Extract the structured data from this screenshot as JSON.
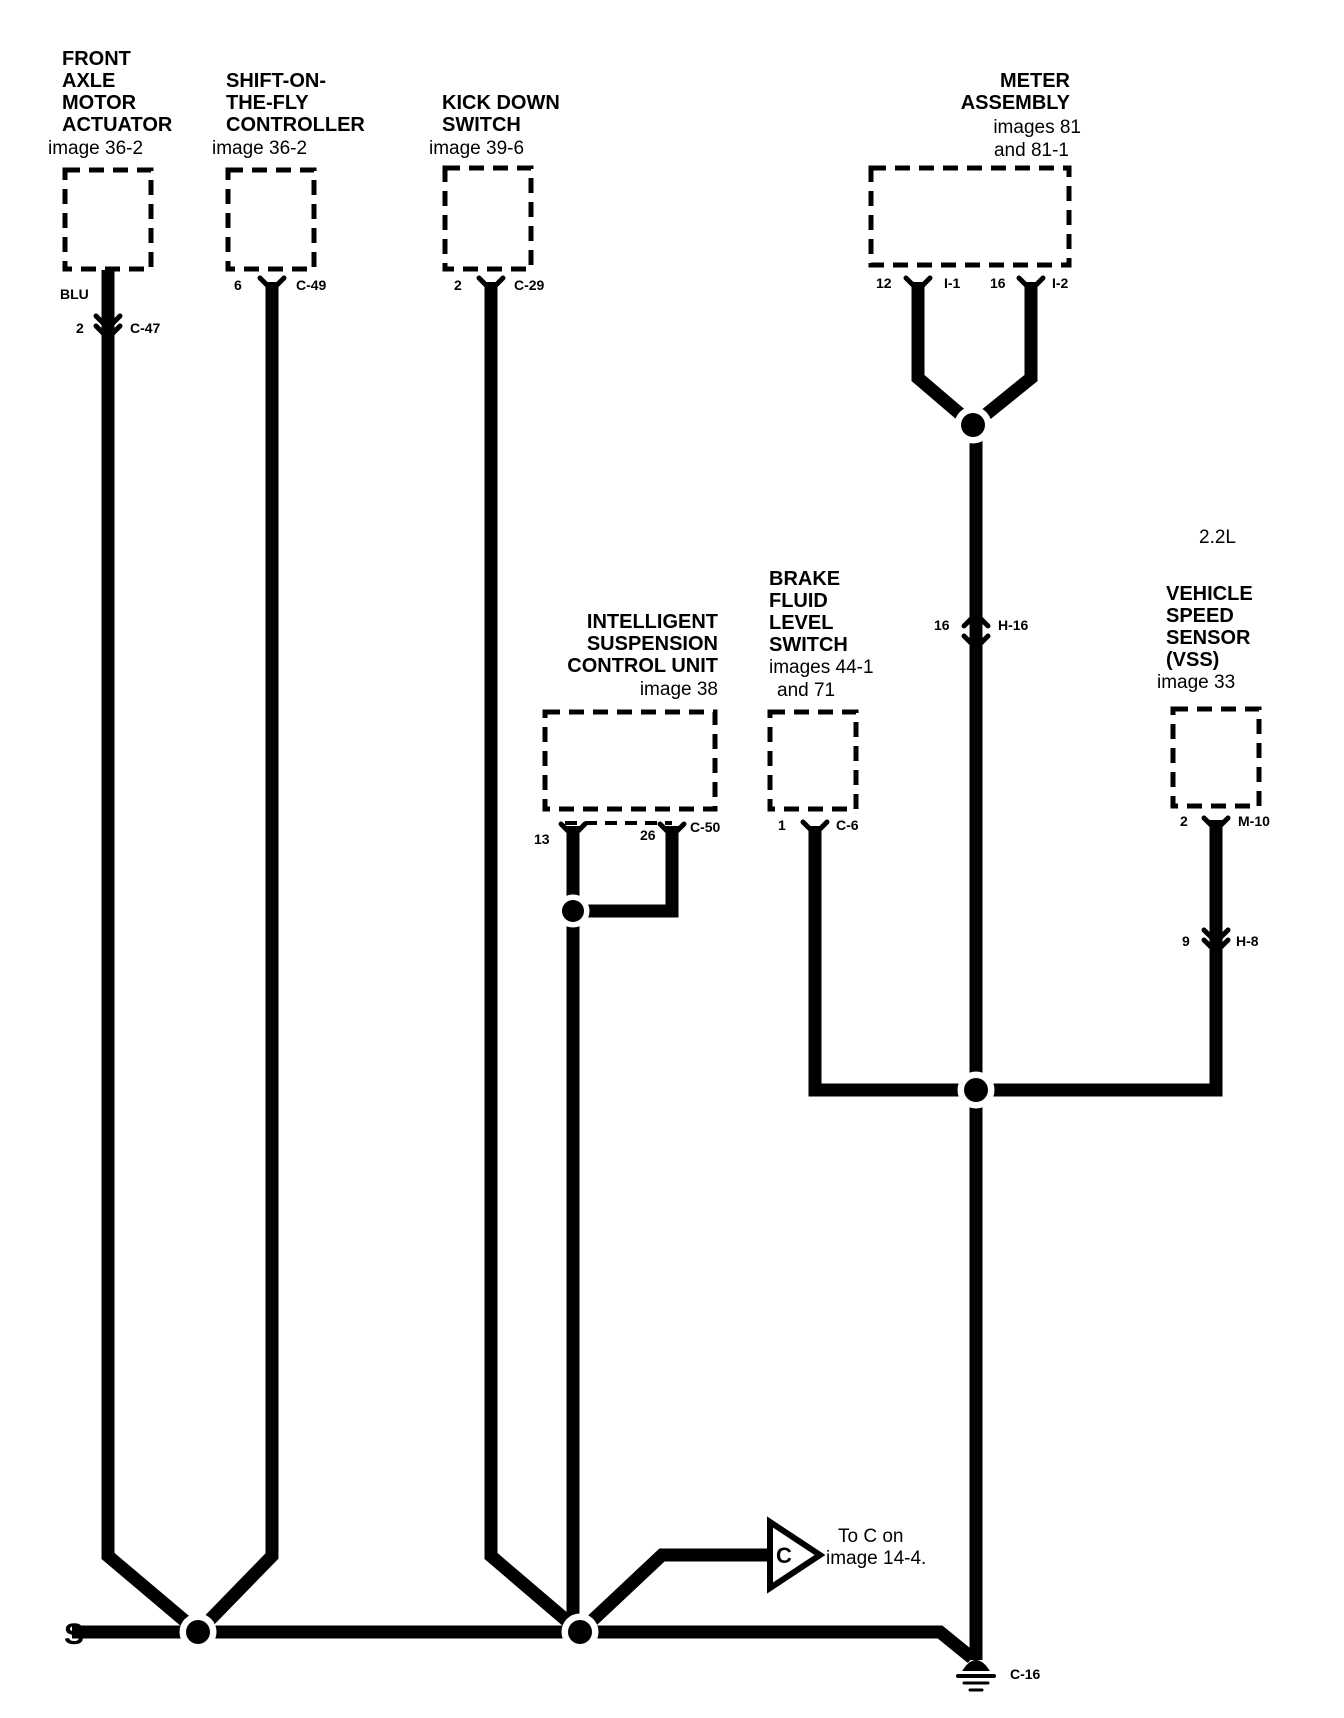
{
  "components": {
    "front_axle": {
      "title": [
        "FRONT",
        "AXLE",
        "MOTOR",
        "ACTUATOR"
      ],
      "ref": [
        "image 36-2"
      ],
      "wire_color": "BLU",
      "pin": "2",
      "connector": "C-47"
    },
    "shift_on_fly": {
      "title": [
        "SHIFT-ON-",
        "THE-FLY",
        "CONTROLLER"
      ],
      "ref": [
        "image 36-2"
      ],
      "pin": "6",
      "connector": "C-49"
    },
    "kick_down": {
      "title": [
        "KICK DOWN",
        "SWITCH"
      ],
      "ref": [
        "image 39-6"
      ],
      "pin": "2",
      "connector": "C-29"
    },
    "meter": {
      "title": [
        "METER",
        "ASSEMBLY"
      ],
      "ref": [
        "images 81",
        "and 81-1"
      ],
      "pin_a": "12",
      "connector_a": "I-1",
      "pin_b": "16",
      "connector_b": "I-2"
    },
    "iscu": {
      "title": [
        "INTELLIGENT",
        "SUSPENSION",
        "CONTROL UNIT"
      ],
      "ref": [
        "image 38"
      ],
      "pin_a": "13",
      "pin_b": "26",
      "connector": "C-50"
    },
    "brake_fluid": {
      "title": [
        "BRAKE",
        "FLUID",
        "LEVEL",
        "SWITCH"
      ],
      "ref": [
        "images 44-1",
        "and 71"
      ],
      "pin": "1",
      "connector": "C-6"
    },
    "vss": {
      "title": [
        "VEHICLE",
        "SPEED",
        "SENSOR",
        "(VSS)"
      ],
      "ref": [
        "image 33"
      ],
      "engine_note": "2.2L",
      "pin": "2",
      "connector": "M-10"
    }
  },
  "inline_connectors": {
    "h16": {
      "pin": "16",
      "connector": "H-16"
    },
    "h8": {
      "pin": "9",
      "connector": "H-8"
    }
  },
  "offpage": {
    "letter": "C",
    "text": [
      "To C on",
      "image 14-4."
    ]
  },
  "ground": {
    "connector": "C-16"
  },
  "wire_end_mark": "S"
}
